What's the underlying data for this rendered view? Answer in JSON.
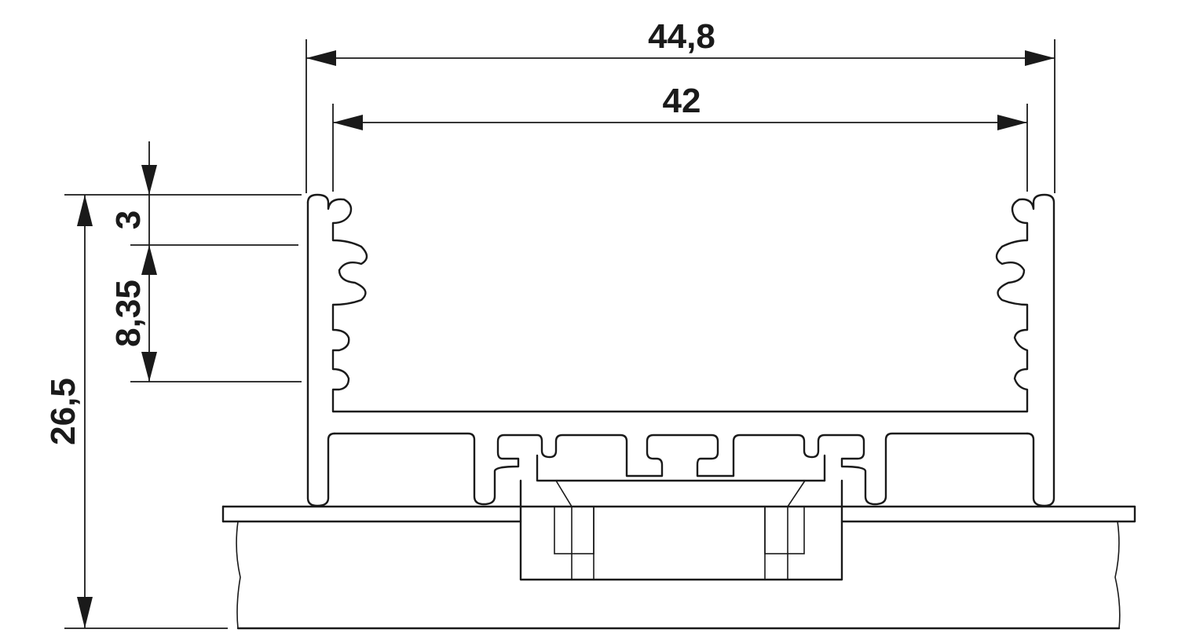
{
  "dimensions": {
    "overall_width": "44,8",
    "inner_width": "42",
    "total_height": "26,5",
    "top_offset": "3",
    "slot_pitch": "8,35"
  },
  "colors": {
    "line": "#1a1a1a",
    "background": "#ffffff"
  }
}
